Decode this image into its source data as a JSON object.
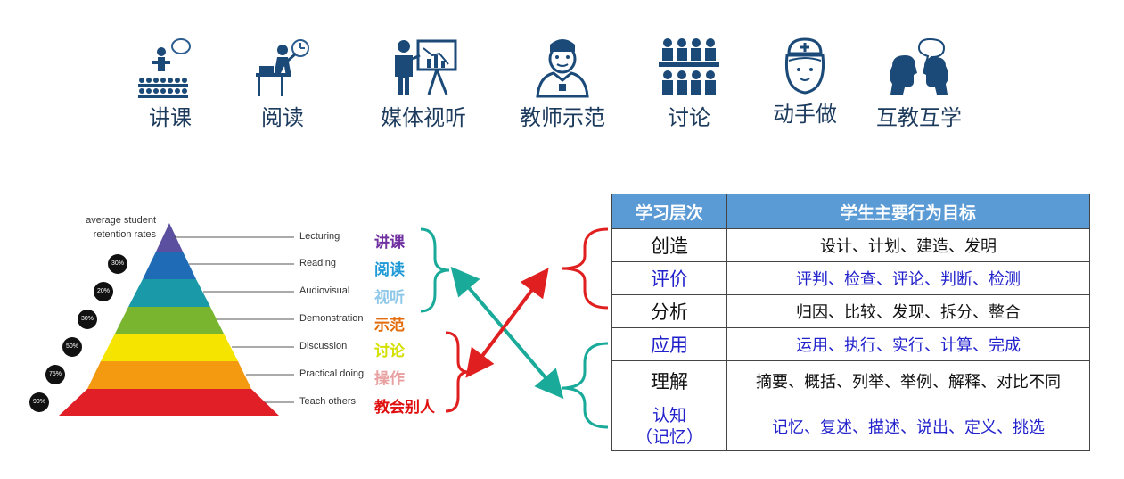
{
  "icons": [
    {
      "name": "lecture-icon",
      "label": "讲课"
    },
    {
      "name": "reading-icon",
      "label": "阅读"
    },
    {
      "name": "media-icon",
      "label": "媒体视听"
    },
    {
      "name": "teacher-demo-icon",
      "label": "教师示范"
    },
    {
      "name": "discussion-icon",
      "label": "讨论"
    },
    {
      "name": "hands-on-icon",
      "label": "动手做"
    },
    {
      "name": "peer-teaching-icon",
      "label": "互教互学"
    }
  ],
  "pyramid": {
    "title_line1": "average student",
    "title_line2": "retention rates",
    "levels": [
      {
        "label": "Lecturing",
        "rate": "",
        "color": "#5b4fa0"
      },
      {
        "label": "Reading",
        "rate": "30%",
        "color": "#1f6bb5"
      },
      {
        "label": "Audiovisual",
        "rate": "20%",
        "color": "#1a9aa8"
      },
      {
        "label": "Demonstration",
        "rate": "30%",
        "color": "#7ab52f"
      },
      {
        "label": "Discussion",
        "rate": "50%",
        "color": "#f5e400"
      },
      {
        "label": "Practical doing",
        "rate": "75%",
        "color": "#f39a10"
      },
      {
        "label": "Teach others",
        "rate": "90%",
        "color": "#e01f26"
      }
    ]
  },
  "cn_labels": [
    {
      "text": "讲课",
      "color": "#7030a0"
    },
    {
      "text": "阅读",
      "color": "#1f9ad6"
    },
    {
      "text": "视听",
      "color": "#8fc8e8"
    },
    {
      "text": "示范",
      "color": "#e36c09"
    },
    {
      "text": "讨论",
      "color": "#d4e000"
    },
    {
      "text": "操作",
      "color": "#e8a0a0"
    },
    {
      "text": "教会别人",
      "color": "#e01010"
    }
  ],
  "colors": {
    "teal": "#1aaa9a",
    "red": "#e02020",
    "blue_text": "#2222cc"
  },
  "table": {
    "headers": [
      "学习层次",
      "学生主要行为目标"
    ],
    "rows": [
      {
        "level": "创造",
        "goals": "设计、计划、建造、发明",
        "color": "#111111"
      },
      {
        "level": "评价",
        "goals": "评判、检查、评论、判断、检测",
        "color": "#2222cc"
      },
      {
        "level": "分析",
        "goals": "归因、比较、发现、拆分、整合",
        "color": "#111111"
      },
      {
        "level": "应用",
        "goals": "运用、执行、实行、计算、完成",
        "color": "#2222cc"
      },
      {
        "level": "理解",
        "goals": "摘要、概括、列举、举例、解释、对比不同",
        "color": "#111111"
      },
      {
        "level": "认知",
        "level_sub": "（记忆）",
        "goals": "记忆、复述、描述、说出、定义、挑选",
        "color": "#2222cc"
      }
    ]
  }
}
